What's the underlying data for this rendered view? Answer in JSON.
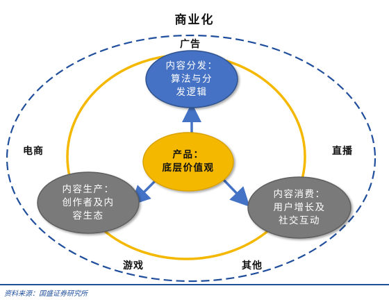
{
  "title": "商业化",
  "colors": {
    "outer_ellipse": "#1f4e9c",
    "inner_circle": "#f5b800",
    "top_node": "#4472c4",
    "center_node": "#f5b800",
    "side_node": "#7a7a7a",
    "arrow": "#4472c4",
    "footer": "#1f4e9c"
  },
  "ring_labels": {
    "top": "广告",
    "left": "电商",
    "right": "直播",
    "bottom_left": "游戏",
    "bottom_right": "其他"
  },
  "nodes": {
    "top": "内容分发：\n算法与分\n发逻辑",
    "center": "产品：\n底层价值观",
    "left": "内容生产：\n创作者及内\n容生态",
    "right": "内容消费：\n用户增长及\n社交互动"
  },
  "source": "资料来源：国盛证券研究所"
}
